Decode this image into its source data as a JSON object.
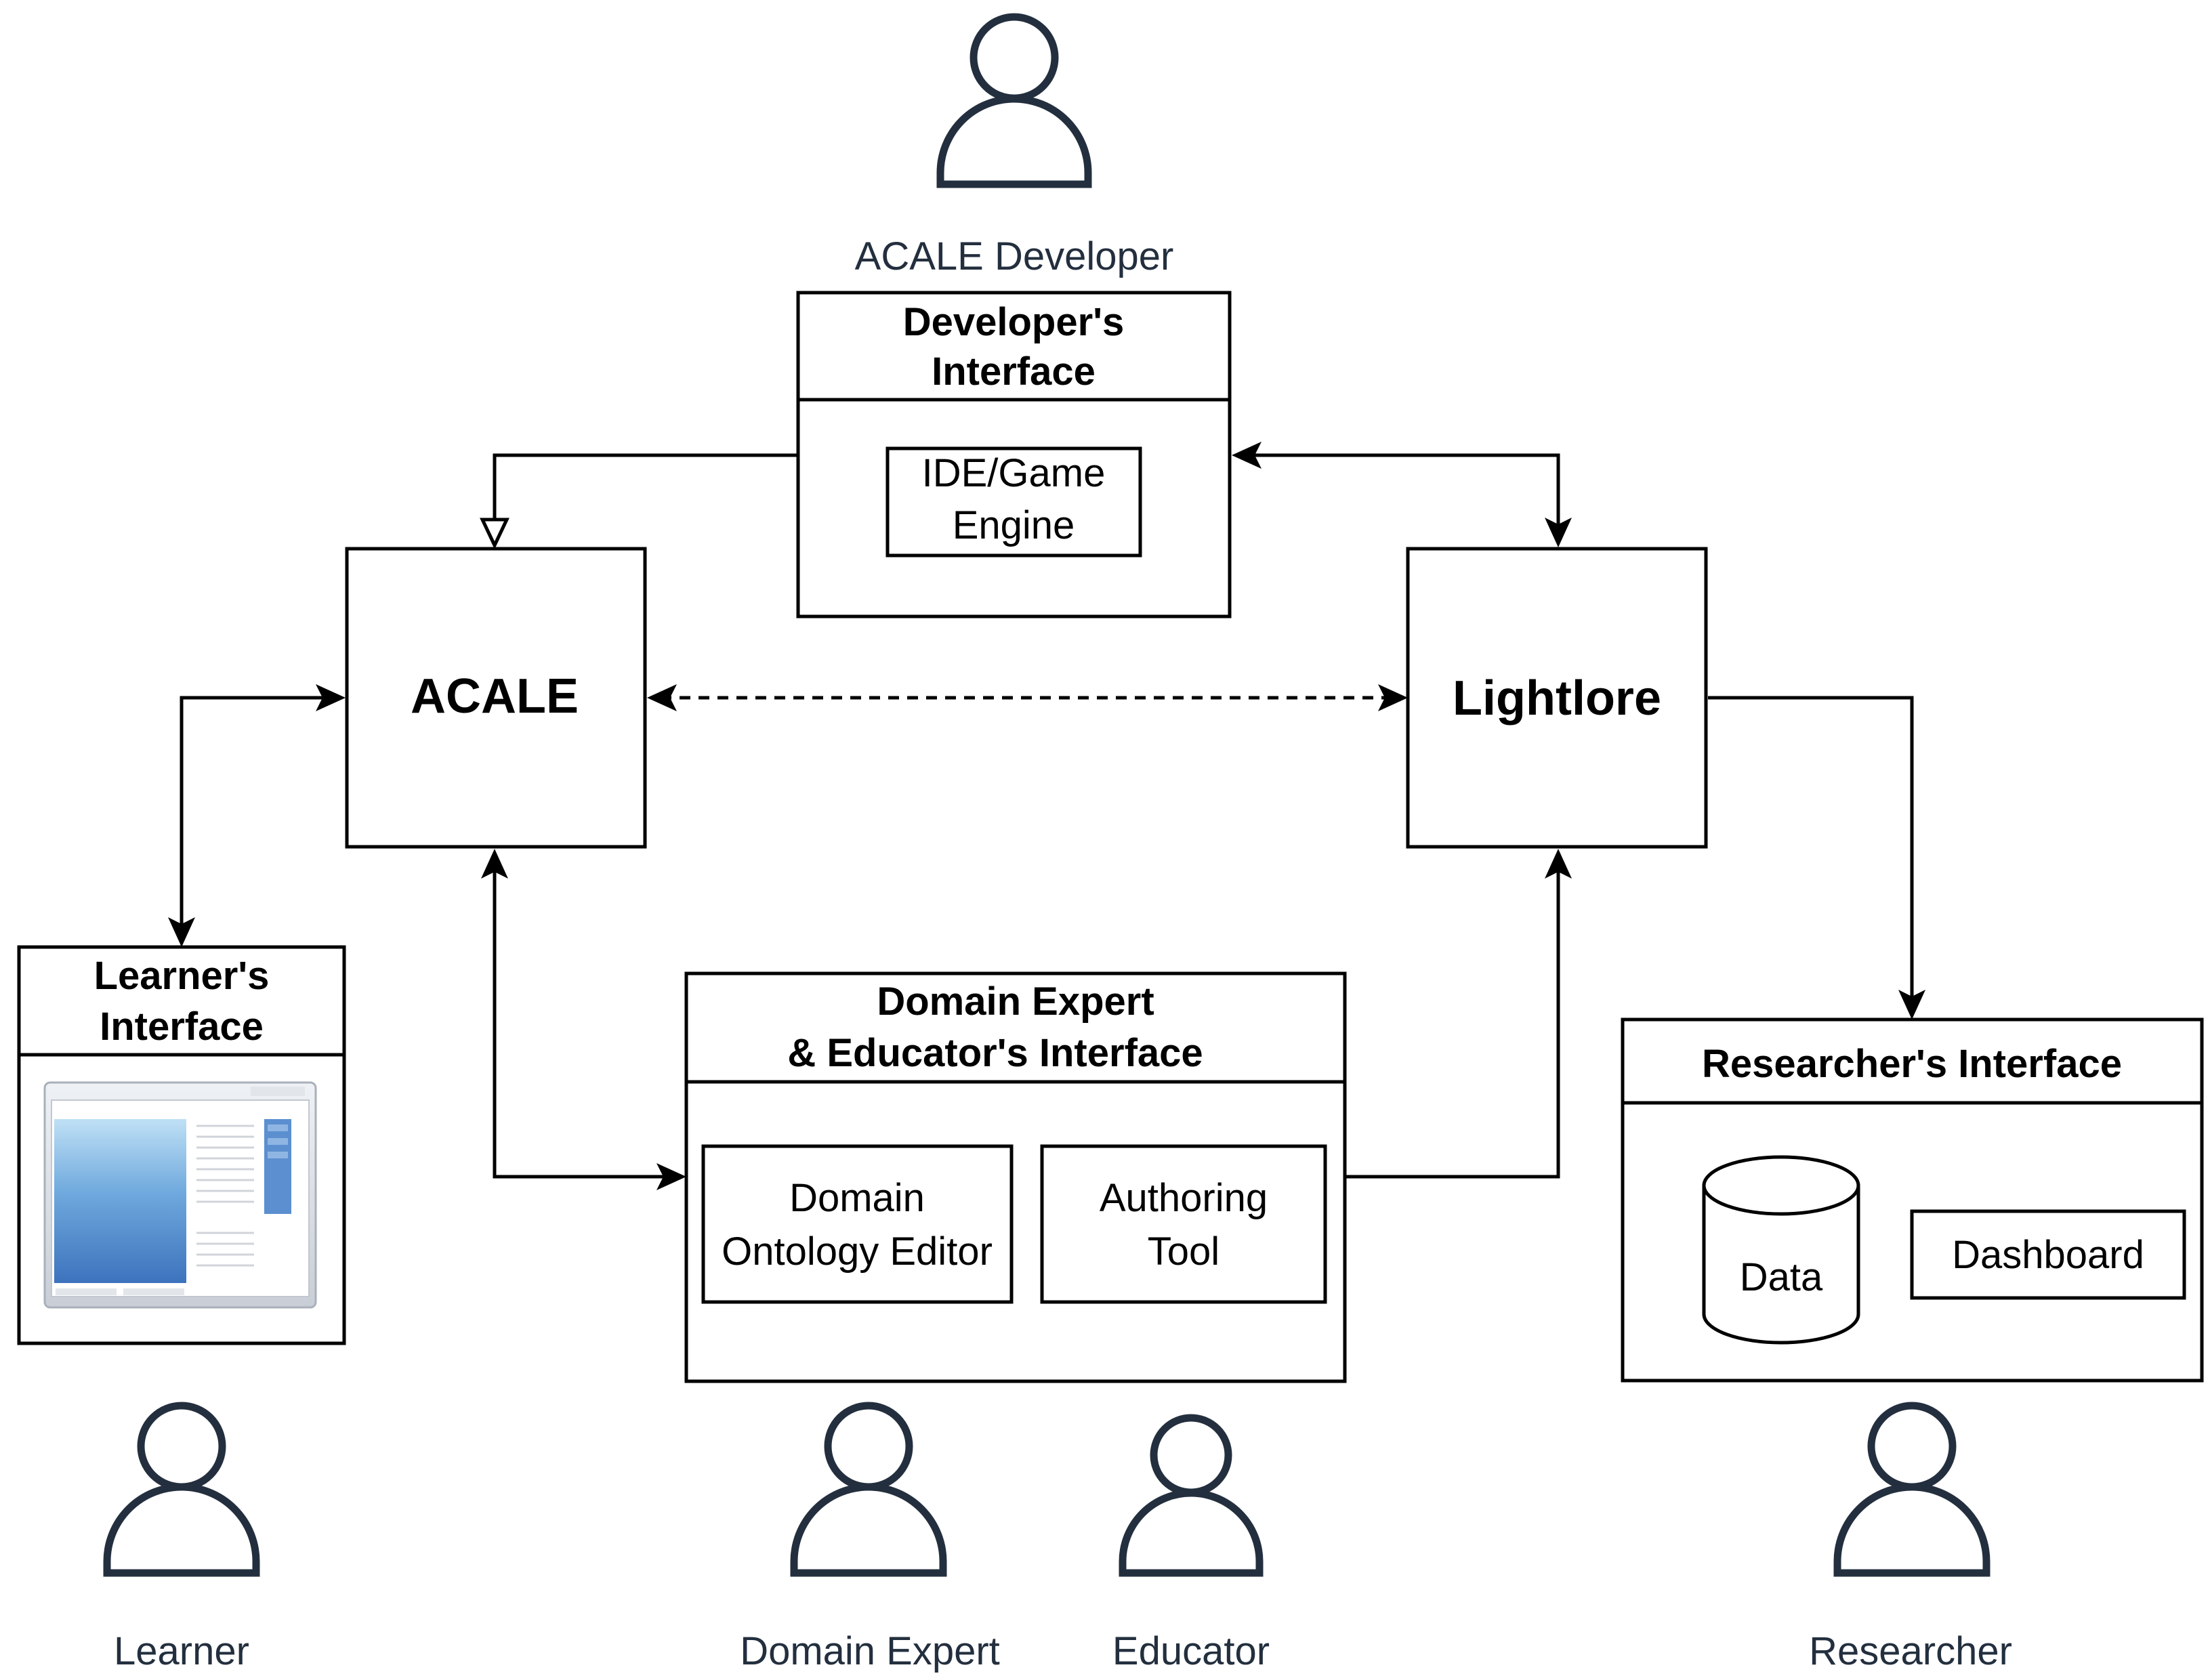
{
  "actors": {
    "developer": "ACALE Developer",
    "learner": "Learner",
    "domain_expert": "Domain Expert",
    "educator": "Educator",
    "researcher": "Researcher"
  },
  "developer_interface": {
    "title_line1": "Developer's",
    "title_line2": "Interface",
    "component_line1": "IDE/Game",
    "component_line2": "Engine"
  },
  "acale": {
    "label": "ACALE"
  },
  "lightlore": {
    "label": "Lightlore"
  },
  "learner_interface": {
    "title_line1": "Learner's",
    "title_line2": "Interface"
  },
  "domain_interface": {
    "title_line1": "Domain Expert",
    "title_line2": "& Educator's Interface",
    "editor_line1": "Domain",
    "editor_line2": "Ontology Editor",
    "authoring_line1": "Authoring",
    "authoring_line2": "Tool"
  },
  "researcher_interface": {
    "title": "Researcher's Interface",
    "data_label": "Data",
    "dashboard_label": "Dashboard"
  },
  "colors": {
    "actor_stroke": "#232f3e",
    "window_blue": "#4a86c8",
    "window_frame": "#d4d8de"
  },
  "icons": {
    "actor": "user-icon",
    "window": "window-icon",
    "database": "database-icon"
  }
}
